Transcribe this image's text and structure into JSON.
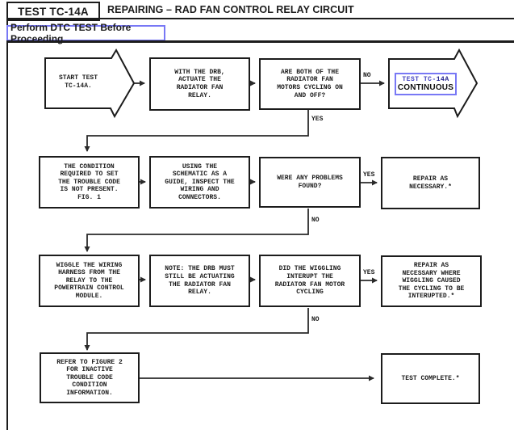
{
  "header": {
    "test_id": "TEST TC-14A",
    "title": "REPAIRING – RAD FAN CONTROL RELAY CIRCUIT",
    "notice": "Perform DTC TEST Before Proceeding"
  },
  "colors": {
    "ink": "#1c1c1c",
    "link_blue_border": "#7878f5",
    "link_blue_text": "#4343c0"
  },
  "flow": {
    "start": "START TEST\nTC-14A.",
    "actuate": "WITH THE DRB,\nACTUATE THE\nRADIATOR FAN\nRELAY.",
    "cycling_q": "ARE BOTH OF THE\nRADIATOR FAN\nMOTORS CYCLING ON\nAND OFF?",
    "continuous_line1a": "TEST TC-",
    "continuous_line1b": "14A",
    "continuous_line2": "CONTINUOUS",
    "condition": "THE CONDITION\nREQUIRED TO SET\nTHE TROUBLE CODE\nIS NOT PRESENT.\nFIG. 1",
    "schematic": "USING THE\nSCHEMATIC AS A\nGUIDE, INSPECT THE\nWIRING AND\nCONNECTORS.",
    "problems_q": "WERE ANY PROBLEMS\nFOUND?",
    "repair1": "REPAIR AS\nNECESSARY.*",
    "wiggle": "WIGGLE THE WIRING\nHARNESS FROM THE\nRELAY TO THE\nPOWERTRAIN CONTROL\nMODULE.",
    "note_label": "NOTE:",
    "note_text": " THE DRB MUST\nSTILL BE ACTUATING\nTHE RADIATOR FAN\nRELAY.",
    "wiggling_q": "DID THE WIGGLING\nINTERUPT THE\nRADIATOR FAN MOTOR\nCYCLING",
    "repair2": "REPAIR AS\nNECESSARY WHERE\nWIGGLING CAUSED\nTHE CYCLING TO BE\nINTERUPTED.*",
    "refer": "REFER TO FIGURE 2\nFOR INACTIVE\nTROUBLE CODE\nCONDITION\nINFORMATION.",
    "complete": "TEST COMPLETE.*",
    "labels": {
      "no1": "NO",
      "yes1": "YES",
      "yes2": "YES",
      "no2": "NO",
      "yes3": "YES",
      "no3": "NO"
    }
  }
}
